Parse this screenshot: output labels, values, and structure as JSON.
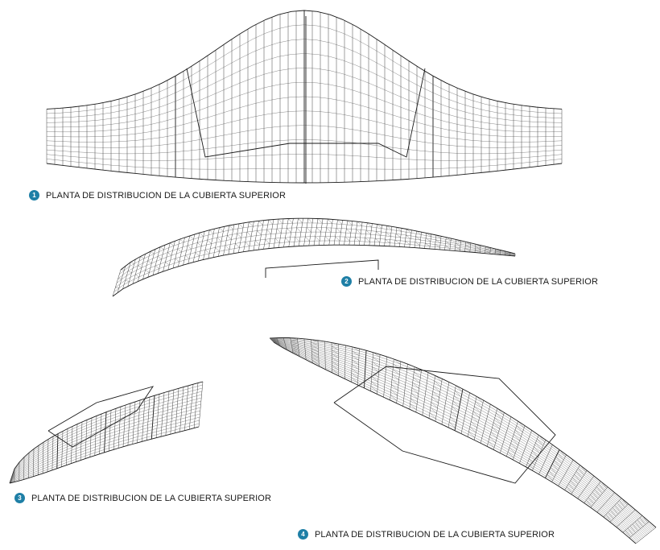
{
  "accent_color": "#1e7fa6",
  "views": [
    {
      "number": "1",
      "caption": "PLANTA DE DISTRIBUCION DE LA CUBIERTA SUPERIOR"
    },
    {
      "number": "2",
      "caption": "PLANTA DE DISTRIBUCION DE LA CUBIERTA SUPERIOR"
    },
    {
      "number": "3",
      "caption": "PLANTA DE DISTRIBUCION DE LA CUBIERTA SUPERIOR"
    },
    {
      "number": "4",
      "caption": "PLANTA DE DISTRIBUCION DE LA CUBIERTA SUPERIOR"
    }
  ]
}
